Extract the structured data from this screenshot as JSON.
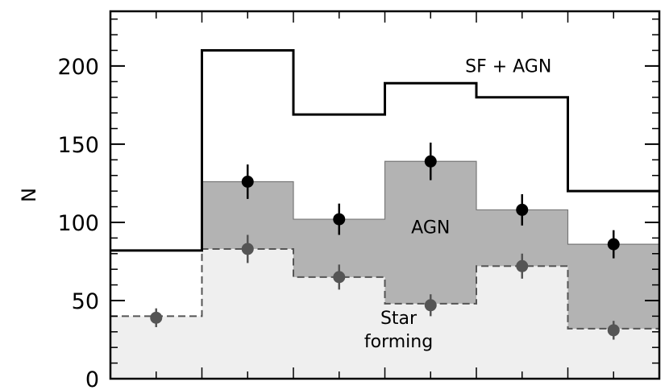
{
  "chart_data": {
    "type": "bar",
    "ylabel": "N",
    "ylim": [
      0,
      235
    ],
    "xlim": [
      0,
      6
    ],
    "yticks": [
      "0",
      "50",
      "100",
      "150",
      "200"
    ],
    "ytick_values": [
      0,
      50,
      100,
      150,
      200
    ],
    "x_minor_ticks": [
      0.5,
      1,
      1.5,
      2,
      2.5,
      3,
      3.5,
      4,
      4.5,
      5,
      5.5
    ],
    "bin_edges": [
      0,
      1,
      2,
      3,
      4,
      5,
      6
    ],
    "series": [
      {
        "name": "SF + AGN",
        "style": "step-outline",
        "color": "#000000",
        "values": [
          82,
          210,
          169,
          189,
          180,
          120
        ]
      },
      {
        "name": "AGN",
        "style": "filled-step",
        "color": "#b3b3b3",
        "values": [
          null,
          126,
          102,
          139,
          108,
          86
        ],
        "points": [
          null,
          126,
          102,
          139,
          108,
          86
        ],
        "errors": [
          null,
          11,
          10,
          12,
          10,
          9
        ],
        "point_color": "#000000"
      },
      {
        "name": "Star forming",
        "style": "filled-step-dashed",
        "color": "#efefef",
        "edge_color": "#555555",
        "values": [
          40,
          83,
          65,
          48,
          72,
          32
        ],
        "points": [
          39,
          83,
          65,
          47,
          72,
          31
        ],
        "errors": [
          6,
          9,
          8,
          7,
          8,
          6
        ],
        "point_color": "#555555"
      }
    ],
    "annotations": [
      {
        "text": "SF + AGN",
        "x": 4.35,
        "y": 196
      },
      {
        "text": "AGN",
        "x": 3.5,
        "y": 93
      },
      {
        "text": "Star",
        "x": 3.15,
        "y": 35
      },
      {
        "text": "forming",
        "x": 3.15,
        "y": 20
      }
    ]
  }
}
